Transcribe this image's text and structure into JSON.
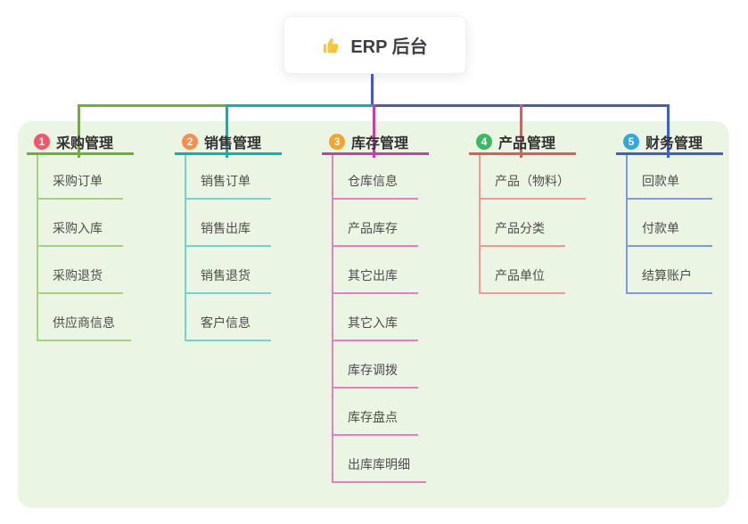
{
  "root": {
    "label": "ERP 后台",
    "icon": "thumbs-up-icon",
    "icon_color": "#f8c63c"
  },
  "connectors": {
    "root_color": "#4457d0"
  },
  "panel": {
    "bg": "#eaf6e3"
  },
  "branches": [
    {
      "number": "1",
      "label": "采购管理",
      "badge_color": "#f1566b",
      "line_color": "#6ab32c",
      "child_line_color": "#a4d37e",
      "children": [
        "采购订单",
        "采购入库",
        "采购退货",
        "供应商信息"
      ]
    },
    {
      "number": "2",
      "label": "销售管理",
      "badge_color": "#f78e4e",
      "line_color": "#00b8ad",
      "child_line_color": "#74d4ca",
      "children": [
        "销售订单",
        "销售出库",
        "销售退货",
        "客户信息"
      ]
    },
    {
      "number": "3",
      "label": "库存管理",
      "badge_color": "#f6a430",
      "line_color": "#cd3ea5",
      "child_line_color": "#e77dc3",
      "children": [
        "仓库信息",
        "产品库存",
        "其它出库",
        "其它入库",
        "库存调拨",
        "库存盘点",
        "出库库明细"
      ]
    },
    {
      "number": "4",
      "label": "产品管理",
      "badge_color": "#39ba62",
      "line_color": "#ee5450",
      "child_line_color": "#f59894",
      "children": [
        "产品（物料）",
        "产品分类",
        "产品单位"
      ]
    },
    {
      "number": "5",
      "label": "财务管理",
      "badge_color": "#2fa8de",
      "line_color": "#3e5cd5",
      "child_line_color": "#8198e2",
      "children": [
        "回款单",
        "付款单",
        "结算账户"
      ]
    }
  ]
}
